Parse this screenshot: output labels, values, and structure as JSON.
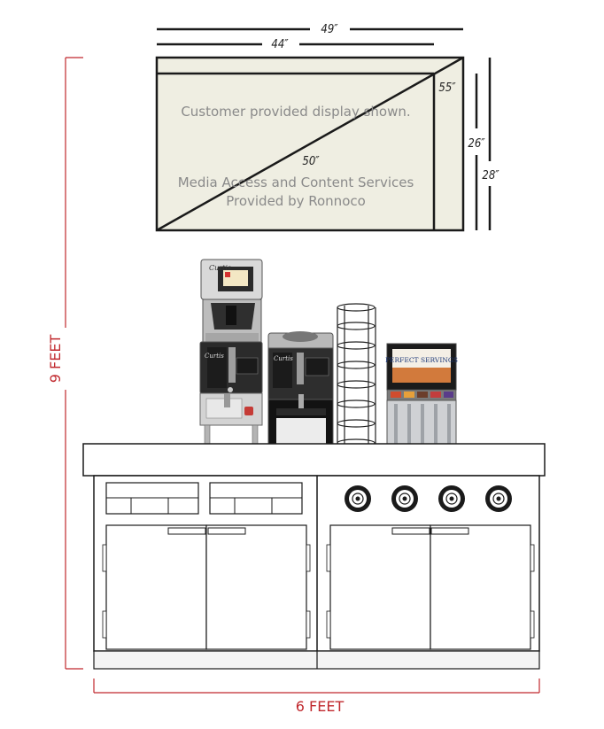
{
  "dimensions": {
    "outer_width": "49″",
    "inner_width": "44″",
    "diagonal_outer": "55″",
    "diagonal_inner": "50″",
    "inner_height": "26″",
    "outer_height": "28″",
    "total_height": "9 FEET",
    "total_width": "6 FEET"
  },
  "display": {
    "line1": "Customer provided display shown.",
    "line2": "Media Access and Content Services",
    "line3": "Provided by Ronnoco"
  },
  "equipment": {
    "brewer_brand": "Curtis",
    "dispenser_screen": "PERFECT SERVINGS"
  },
  "colors": {
    "accent_red": "#c0282d",
    "screen_fill": "#efeee2",
    "line": "#1a1a1a"
  }
}
